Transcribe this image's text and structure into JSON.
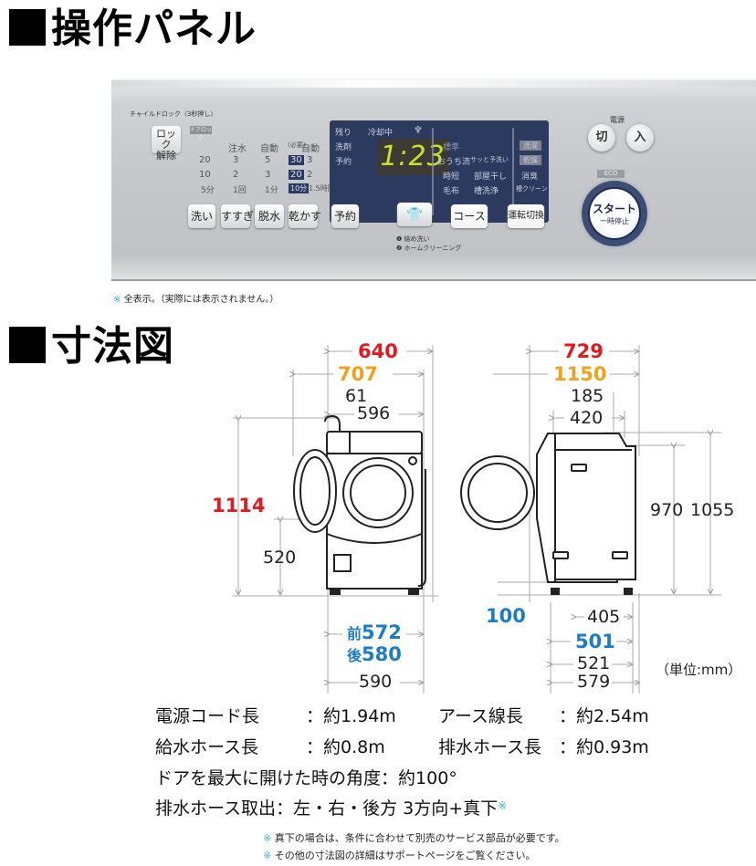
{
  "sections": {
    "panel_title": "操作パネル",
    "dimension_title": "寸法図"
  },
  "panel": {
    "child_lock_label": "チャイルドロック（3秒押し）",
    "lock_button": [
      "ロック",
      "解除"
    ],
    "door_lock_indicator": "ドアロック",
    "columns": {
      "water_header": "注水",
      "spin_header": "自動",
      "dry_header_prefix": "(必要)",
      "dry_header": "自動"
    },
    "rows": [
      {
        "wash": "20",
        "rinse": "3",
        "spin": "5",
        "dry_min": "30",
        "dry_auto": "3"
      },
      {
        "wash": "10",
        "rinse": "2",
        "spin": "3",
        "dry_min": "20",
        "dry_auto": "2"
      },
      {
        "wash": "5分",
        "rinse": "1回",
        "spin": "1分",
        "dry_min": "10分",
        "dry_auto": "1.5時間"
      }
    ],
    "display": {
      "remaining_label": "残り",
      "detergent_label": "洗剤",
      "reserve_label": "予約",
      "cooling_label": "冷却中",
      "time": "1:23",
      "courses": [
        "標準",
        "おうち流",
        "サッと予洗い",
        "時短",
        "部屋干し",
        "毛布",
        "槽洗浄"
      ],
      "options": [
        "洗濯",
        "乾燥",
        "消臭",
        "槽クリーン"
      ]
    },
    "buttons": {
      "wash": "洗い",
      "rinse": "すすぎ",
      "spin": "脱水",
      "dry": "乾かす",
      "reserve": "予約",
      "course": "コース",
      "mode_switch": "運転切換"
    },
    "special_button_notes": [
      "❶ 絡め洗い",
      "❷ ホームクリーニング"
    ],
    "power_label": "電源",
    "power_off": "切",
    "power_on": "入",
    "eco_label": "ECO",
    "start_button": {
      "main": "スタート",
      "sub": "一時停止"
    }
  },
  "panel_note": "全表示。（実際には表示されません。）",
  "dimensions": {
    "front": {
      "width_door_open": "640",
      "width_total": "707",
      "hose_offset": "61",
      "body_width": "596",
      "height_total": "1114",
      "door_center_height": "520",
      "foot_front_label": "前",
      "foot_front": "572",
      "foot_back_label": "後",
      "foot_back": "580",
      "base_width": "590"
    },
    "side": {
      "depth_total": "729",
      "depth_door_open": "1150",
      "top_offset": "185",
      "top_width": "420",
      "body_height": "970",
      "height_total": "1055",
      "clearance": "100",
      "feet_span": "405",
      "foot_depth": "501",
      "base_depth": "521",
      "total_base": "579"
    },
    "unit": "（単位:mm）"
  },
  "specs": [
    {
      "label": "電源コード長",
      "value": "：約1.94m"
    },
    {
      "label": "アース線長",
      "value": "：約2.54m"
    },
    {
      "label": "給水ホース長",
      "value": "：約0.8m"
    },
    {
      "label": "排水ホース長",
      "value": "：約0.93m"
    },
    {
      "label": "ドアを最大に開けた時の角度",
      "value": "：約100°"
    },
    {
      "label": "排水ホース取出",
      "value": "：左・右・後方 3方向+真下",
      "mark": "※"
    }
  ],
  "footnotes": [
    "真下の場合は、条件に合わせて別売のサービス部品が必要です。",
    "その他の寸法図の詳細はサポートページをご覧ください。"
  ],
  "footnote_mark": "※",
  "colors": {
    "red": "#e5171f",
    "orange": "#f0a11b",
    "blue": "#1d7cc4",
    "lcd_bg": "#2c3a60",
    "lcd_digits": "#c7e22a",
    "note_mark": "#3ab0d8"
  }
}
